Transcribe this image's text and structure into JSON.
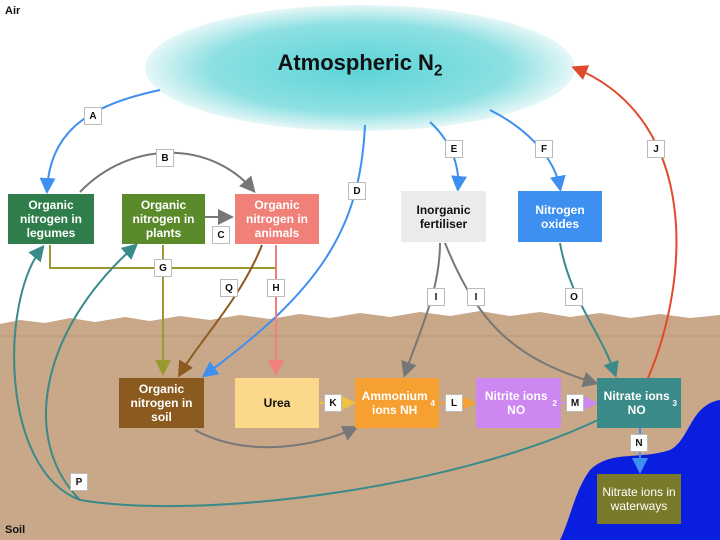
{
  "zones": {
    "air": "Air",
    "soil": "Soil"
  },
  "atmosphere": {
    "label": "Atmospheric N",
    "sub": "2"
  },
  "nodes": {
    "legumes": "Organic nitrogen in legumes",
    "plants": "Organic nitrogen in plants",
    "animals": "Organic nitrogen in animals",
    "inorganic_fertiliser": "Inorganic fertiliser",
    "nitrogen_oxides": "Nitrogen oxides",
    "soil_organic": "Organic nitrogen in soil",
    "urea": "Urea",
    "ammonium": {
      "label": "Ammonium ions NH",
      "sub": "4"
    },
    "nitrite": {
      "label": "Nitrite ions NO",
      "sub": "2"
    },
    "nitrate": {
      "label": "Nitrate ions NO",
      "sub": "3"
    },
    "nitrate_waterways": "Nitrate ions in waterways"
  },
  "edge_labels": {
    "A": "A",
    "B": "B",
    "C": "C",
    "D": "D",
    "E": "E",
    "F": "F",
    "G": "G",
    "H": "H",
    "I1": "I",
    "I2": "I",
    "J": "J",
    "K": "K",
    "L": "L",
    "M": "M",
    "N": "N",
    "O": "O",
    "P": "P",
    "Q": "Q"
  },
  "colors": {
    "legumes": "#2e7d4a",
    "plants": "#5a8a2a",
    "animals": "#f08078",
    "fertiliser": "#ebebeb",
    "oxides": "#3d8ff0",
    "soil_organic": "#8b5a1e",
    "urea": "#fcd98a",
    "ammonium": "#f5a030",
    "nitrite": "#cc88f0",
    "nitrate": "#3a8a8a",
    "waterways": "#7a7a2a",
    "soil": "#c8a888",
    "water": "#0a1ee0",
    "atmosphere": "#6ad8dc"
  }
}
